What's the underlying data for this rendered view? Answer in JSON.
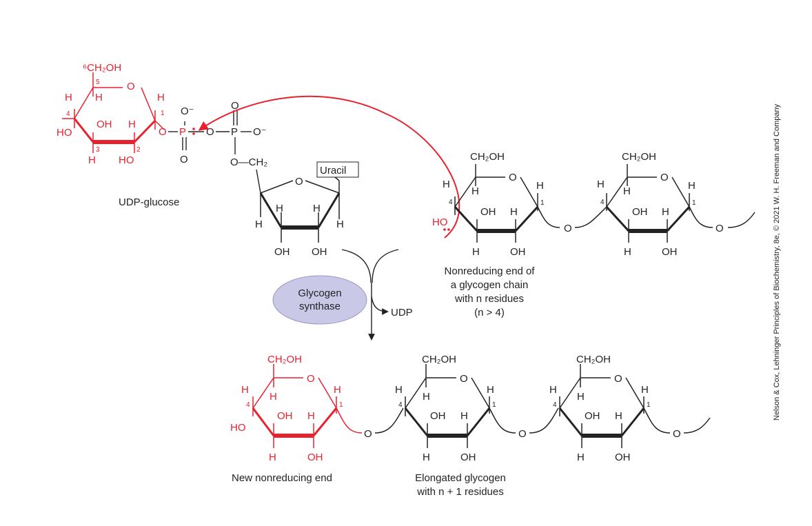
{
  "colors": {
    "highlight": "#e8212e",
    "ink": "#222222",
    "enzyme_fill": "#c9c8e6",
    "enzyme_stroke": "#9a98c8"
  },
  "udp_glucose": {
    "caption": "UDP-glucose",
    "ch2oh": "⁶CH₂OH",
    "o_ring": "O",
    "h": "H",
    "oh": "OH",
    "ho": "HO",
    "n1": "1",
    "n2": "2",
    "n3": "3",
    "n4": "4",
    "n5": "5",
    "o": "O",
    "o_minus": "O⁻",
    "p1": "P",
    "p2": "P",
    "ch2": "O—CH₂",
    "uracil": "Uracil"
  },
  "ribose": {
    "h": "H",
    "oh": "OH",
    "o": "O"
  },
  "chain": {
    "ch2oh": "CH₂OH",
    "h": "H",
    "oh": "OH",
    "ho": "HO",
    "o": "O",
    "n1": "1",
    "n4": "4",
    "caption_lines": [
      "Nonreducing end of",
      "a glycogen chain",
      "with n residues",
      "(n > 4)"
    ]
  },
  "enzyme": {
    "line1": "Glycogen",
    "line2": "synthase"
  },
  "byproduct": "UDP",
  "product": {
    "new_end_caption": "New nonreducing end",
    "elongated_line1": "Elongated glycogen",
    "elongated_line2": "with n + 1 residues"
  },
  "credit": "Nelson & Cox, Lehninger Principles of Biochemistry, 8e, © 2021 W. H. Freeman and Company"
}
